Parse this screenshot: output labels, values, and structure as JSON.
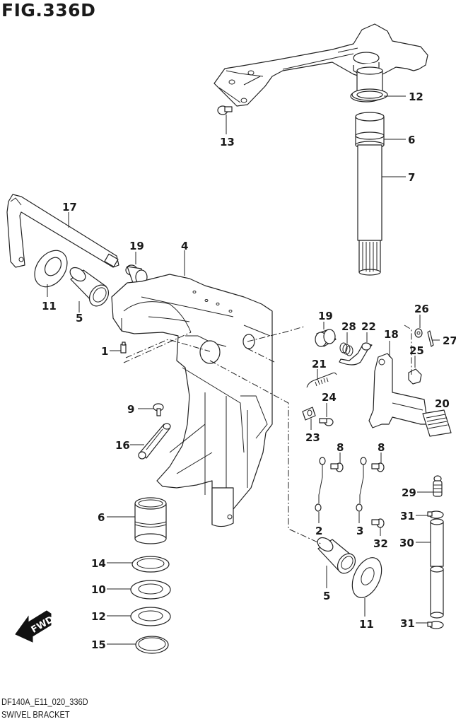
{
  "figure": {
    "title": "FIG.336D",
    "code": "DF140A_E11_020_336D",
    "name": "SWIVEL BRACKET"
  },
  "fwd_label": "FWD",
  "callouts": [
    {
      "id": "c12a",
      "label": "12",
      "part": "washer"
    },
    {
      "id": "c6a",
      "label": "6",
      "part": "bushing"
    },
    {
      "id": "c7",
      "label": "7",
      "part": "steering shaft"
    },
    {
      "id": "c13",
      "label": "13",
      "part": "bolt"
    },
    {
      "id": "c17",
      "label": "17",
      "part": "tilt shaft"
    },
    {
      "id": "c19a",
      "label": "19",
      "part": "bushing"
    },
    {
      "id": "c4",
      "label": "4",
      "part": "swivel bracket"
    },
    {
      "id": "c11a",
      "label": "11",
      "part": "washer"
    },
    {
      "id": "c5a",
      "label": "5",
      "part": "bushing"
    },
    {
      "id": "c1",
      "label": "1",
      "part": "grease nipple"
    },
    {
      "id": "c19b",
      "label": "19",
      "part": "bushing"
    },
    {
      "id": "c28",
      "label": "28",
      "part": "spring"
    },
    {
      "id": "c22",
      "label": "22",
      "part": "lever"
    },
    {
      "id": "c18",
      "label": "18",
      "part": "tilt lock lever"
    },
    {
      "id": "c26",
      "label": "26",
      "part": "washer"
    },
    {
      "id": "c27",
      "label": "27",
      "part": "cotter pin"
    },
    {
      "id": "c25",
      "label": "25",
      "part": "nut"
    },
    {
      "id": "c21",
      "label": "21",
      "part": "spring"
    },
    {
      "id": "c20",
      "label": "20",
      "part": "grip"
    },
    {
      "id": "c24",
      "label": "24",
      "part": "screw"
    },
    {
      "id": "c23",
      "label": "23",
      "part": "clip"
    },
    {
      "id": "c9",
      "label": "9",
      "part": "screw"
    },
    {
      "id": "c16",
      "label": "16",
      "part": "anode"
    },
    {
      "id": "c8a",
      "label": "8",
      "part": "bolt"
    },
    {
      "id": "c8b",
      "label": "8",
      "part": "bolt"
    },
    {
      "id": "c2",
      "label": "2",
      "part": "ground wire"
    },
    {
      "id": "c3",
      "label": "3",
      "part": "ground wire"
    },
    {
      "id": "c32",
      "label": "32",
      "part": "bolt"
    },
    {
      "id": "c29",
      "label": "29",
      "part": "fitting"
    },
    {
      "id": "c31a",
      "label": "31",
      "part": "clip"
    },
    {
      "id": "c30",
      "label": "30",
      "part": "hose"
    },
    {
      "id": "c31b",
      "label": "31",
      "part": "clip"
    },
    {
      "id": "c6b",
      "label": "6",
      "part": "bushing"
    },
    {
      "id": "c14",
      "label": "14",
      "part": "washer"
    },
    {
      "id": "c10",
      "label": "10",
      "part": "washer"
    },
    {
      "id": "c12b",
      "label": "12",
      "part": "washer"
    },
    {
      "id": "c15",
      "label": "15",
      "part": "circlip"
    },
    {
      "id": "c5b",
      "label": "5",
      "part": "bushing"
    },
    {
      "id": "c11b",
      "label": "11",
      "part": "washer"
    }
  ]
}
